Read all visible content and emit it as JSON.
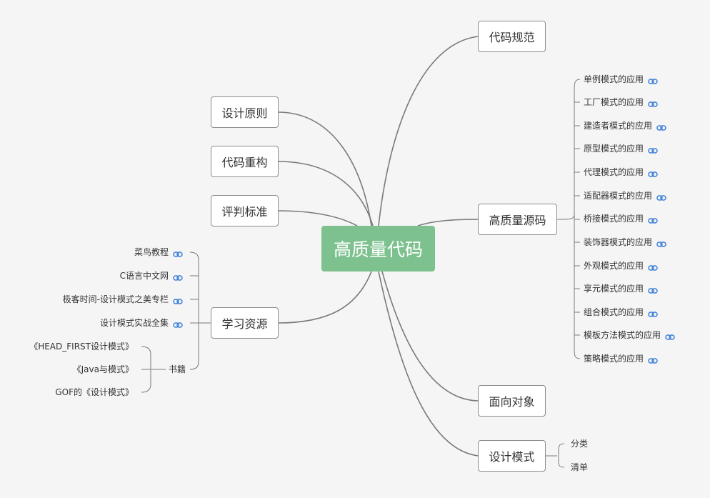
{
  "root": {
    "label": "高质量代码"
  },
  "left_nodes": [
    {
      "id": "design-principles",
      "label": "设计原则"
    },
    {
      "id": "refactoring",
      "label": "代码重构"
    },
    {
      "id": "criteria",
      "label": "评判标准"
    },
    {
      "id": "learning-resources",
      "label": "学习资源"
    }
  ],
  "right_nodes": [
    {
      "id": "code-standard",
      "label": "代码规范"
    },
    {
      "id": "quality-source",
      "label": "高质量源码"
    },
    {
      "id": "oop",
      "label": "面向对象"
    },
    {
      "id": "design-patterns",
      "label": "设计模式"
    }
  ],
  "quality_source_children": [
    {
      "label": "单例模式的应用",
      "icon": "link-icon"
    },
    {
      "label": "工厂模式的应用",
      "icon": "link-icon"
    },
    {
      "label": "建造者模式的应用",
      "icon": "link-icon"
    },
    {
      "label": "原型模式的应用",
      "icon": "link-icon"
    },
    {
      "label": "代理模式的应用",
      "icon": "link-icon"
    },
    {
      "label": "适配器模式的应用",
      "icon": "link-icon"
    },
    {
      "label": "桥接模式的应用",
      "icon": "link-icon"
    },
    {
      "label": "装饰器模式的应用",
      "icon": "link-icon"
    },
    {
      "label": "外观模式的应用",
      "icon": "link-icon"
    },
    {
      "label": "享元模式的应用",
      "icon": "link-icon"
    },
    {
      "label": "组合模式的应用",
      "icon": "link-icon"
    },
    {
      "label": "模板方法模式的应用",
      "icon": "link-icon"
    },
    {
      "label": "策略模式的应用",
      "icon": "link-icon"
    }
  ],
  "design_patterns_children": [
    {
      "label": "分类"
    },
    {
      "label": "清单"
    }
  ],
  "learning_children": [
    {
      "label": "菜鸟教程",
      "icon": "link-icon"
    },
    {
      "label": "C语言中文网",
      "icon": "link-icon"
    },
    {
      "label": "极客时间-设计模式之美专栏",
      "icon": "link-icon"
    },
    {
      "label": "设计模式实战全集",
      "icon": "link-icon"
    },
    {
      "label": "书籍"
    }
  ],
  "books_children": [
    {
      "label": "《HEAD_FIRST设计模式》"
    },
    {
      "label": "《Java与模式》"
    },
    {
      "label": "GOF的《设计模式》"
    }
  ],
  "colors": {
    "root_fill": "#7dc28e",
    "line": "#7a7a7a",
    "link_icon": "#3b7fd9"
  }
}
